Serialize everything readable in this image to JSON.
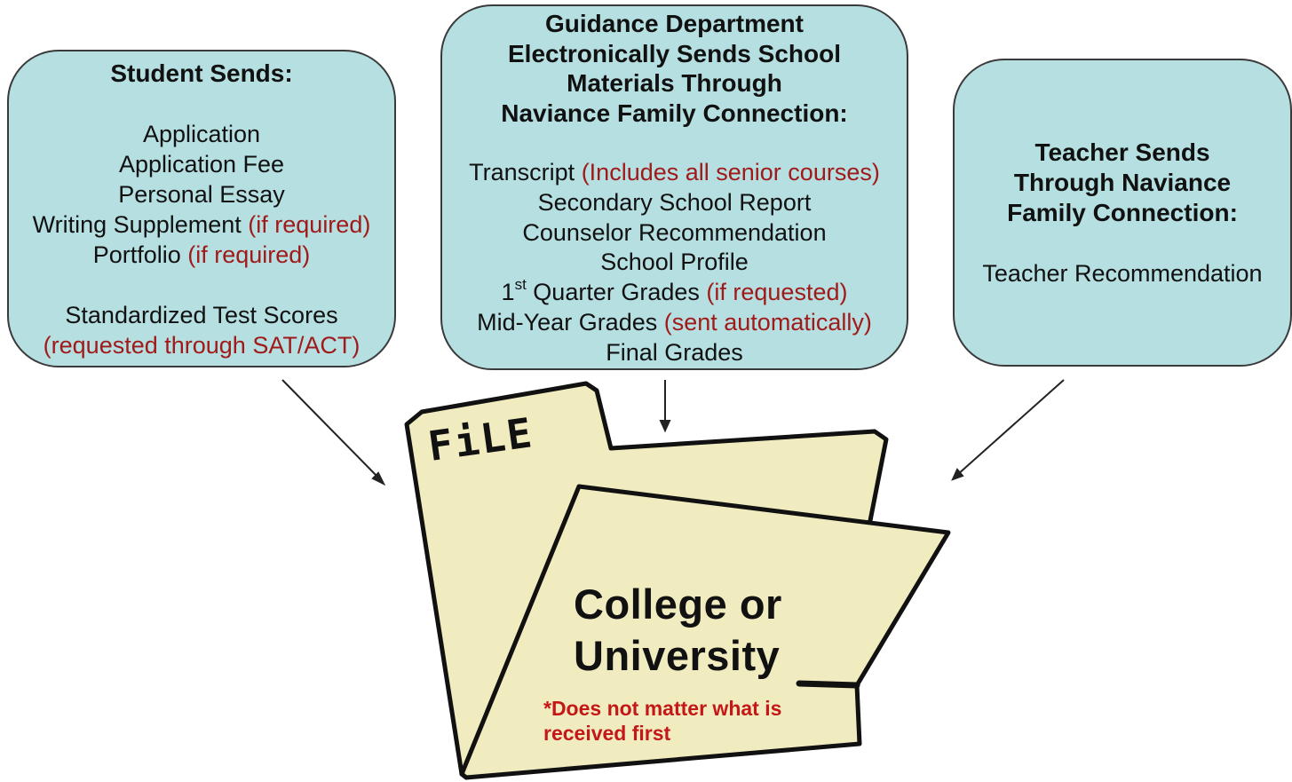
{
  "student": {
    "title": "Student Sends:",
    "items": [
      {
        "text": "Application",
        "note": ""
      },
      {
        "text": "Application Fee",
        "note": ""
      },
      {
        "text": "Personal Essay",
        "note": ""
      },
      {
        "text": "Writing Supplement ",
        "note": "(if required)"
      },
      {
        "text": "Portfolio ",
        "note": "(if required)"
      }
    ],
    "tests": {
      "text": "Standardized Test Scores",
      "note": "(requested through SAT/ACT)"
    }
  },
  "guidance": {
    "title_lines": [
      "Guidance Department",
      "Electronically Sends School",
      "Materials Through",
      "Naviance Family Connection:"
    ],
    "transcript": {
      "text": "Transcript ",
      "note": "(Includes all senior courses)"
    },
    "secondary_report": "Secondary School Report",
    "counselor_rec": "Counselor Recommendation",
    "school_profile": "School Profile",
    "first_quarter": {
      "pre": "1",
      "sup": "st",
      "text": " Quarter Grades ",
      "note": "(if requested)"
    },
    "mid_year": {
      "text": "Mid-Year Grades ",
      "note": "(sent automatically)"
    },
    "final_grades": "Final Grades"
  },
  "teacher": {
    "title_lines": [
      "Teacher Sends",
      "Through Naviance",
      "Family Connection:"
    ],
    "item": "Teacher Recommendation"
  },
  "folder": {
    "tab_label": "FiLE",
    "title_line1": "College or",
    "title_line2": "University",
    "note": "*Does not matter what is received first"
  },
  "colors": {
    "box_fill": "#b5dfe1",
    "folder_fill": "#f1ecc0",
    "note_red": "#a11a1a",
    "folder_note_red": "#c41818"
  }
}
